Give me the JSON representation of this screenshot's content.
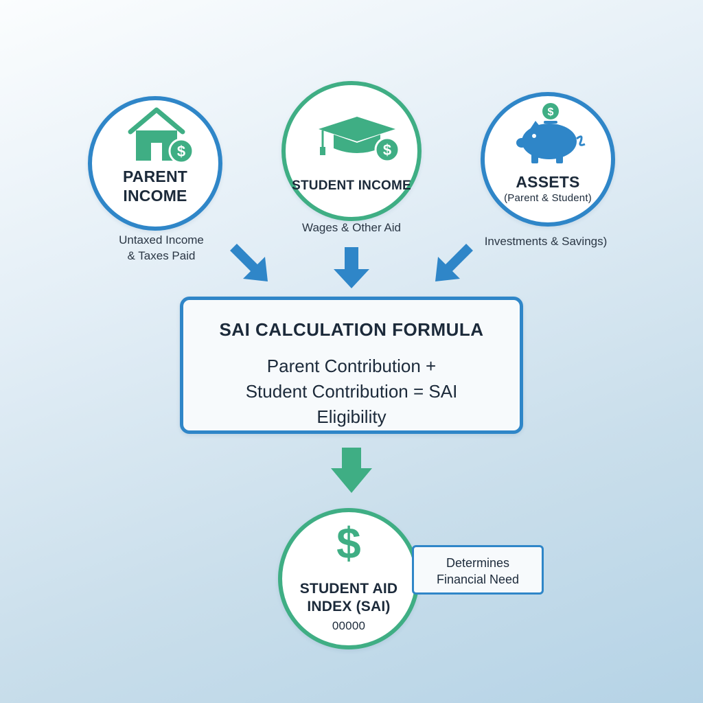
{
  "nodes": {
    "parent_income": {
      "title_line1": "PARENT",
      "title_line2": "INCOME",
      "caption_line1": "Untaxed Income",
      "caption_line2": "& Taxes Paid",
      "icon": "house-dollar-icon"
    },
    "student_income": {
      "title": "STUDENT INCOME",
      "caption": "Wages & Other Aid",
      "icon": "graduation-cap-dollar-icon"
    },
    "assets": {
      "title": "ASSETS",
      "subtitle": "(Parent & Student)",
      "caption": "Investments & Savings)",
      "icon": "piggy-bank-icon"
    }
  },
  "formula": {
    "title": "SAI CALCULATION FORMULA",
    "line1": "Parent Contribution +",
    "line2": "Student Contribution = SAI",
    "line3": "Eligibility"
  },
  "result": {
    "symbol": "$",
    "title_line1": "STUDENT AID",
    "title_line2": "INDEX (SAI)",
    "value": "00000",
    "note_line1": "Determines",
    "note_line2": "Financial Need"
  },
  "colors": {
    "blue": "#2f86c8",
    "green": "#3fae84",
    "dark_text": "#1c2a3a"
  }
}
